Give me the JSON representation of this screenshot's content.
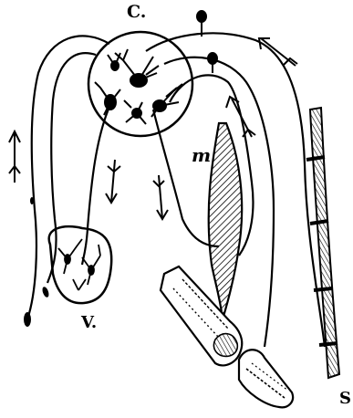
{
  "labels": {
    "c": "C.",
    "m": "m",
    "v": "V.",
    "s": "S"
  },
  "colors": {
    "ink": "#000000",
    "paper": "#ffffff"
  }
}
